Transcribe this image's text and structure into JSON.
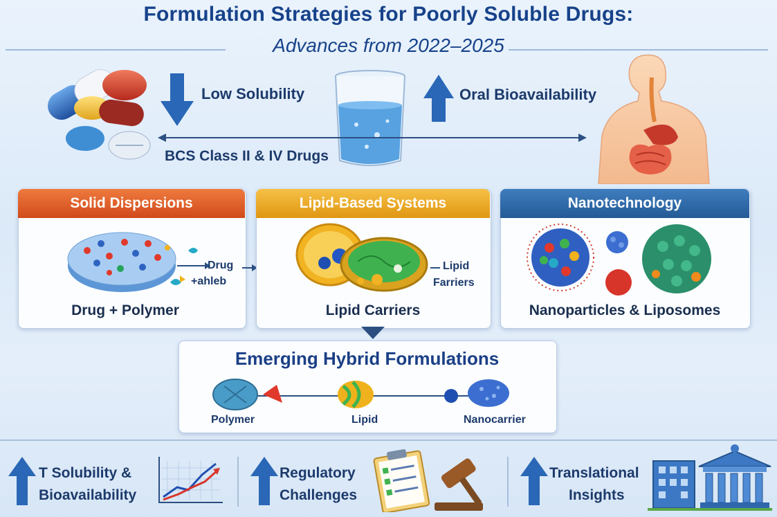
{
  "header": {
    "title": "Formulation Strategies for Poorly Soluble Drugs:",
    "subtitle": "Advances from 2022–2025"
  },
  "problem": {
    "low_solubility": "Low Solubility",
    "oral_bioavailability": "Oral Bioavailability",
    "bcs_class": "BCS Class II & IV Drugs"
  },
  "strategies": [
    {
      "name": "Solid Dispersions",
      "caption": "Drug + Polymer",
      "note_line1": "Drug",
      "note_line2": "+ahleb",
      "color": "#e05a1f"
    },
    {
      "name": "Lipid-Based Systems",
      "caption": "Lipid Carriers",
      "note_line1": "Lipid",
      "note_line2": "Farriers",
      "color": "#e8a21a"
    },
    {
      "name": "Nanotechnology",
      "caption": "Nanoparticles & Liposomes",
      "color": "#2f6aa6"
    }
  ],
  "hybrid": {
    "title": "Emerging Hybrid Formulations",
    "items": [
      "Polymer",
      "Lipid",
      "Nanocarrier"
    ]
  },
  "footer": {
    "item1_line1": "T Solubility &",
    "item1_line2": "Bioavailability",
    "item2_line1": "Regulatory",
    "item2_line2": "Challenges",
    "item3_line1": "Translational",
    "item3_line2": "Insights"
  }
}
